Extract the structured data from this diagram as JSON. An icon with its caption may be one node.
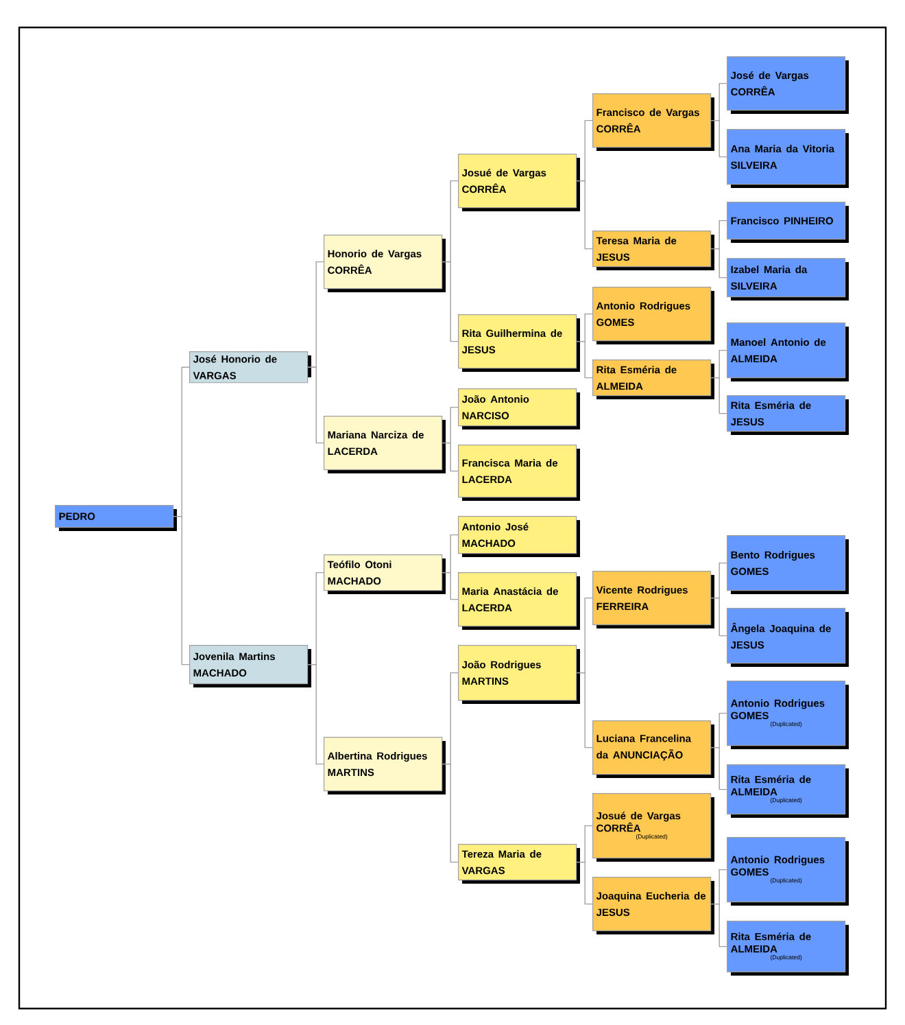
{
  "diagram": {
    "nodes": [
      {
        "text": [
          "PEDRO"
        ]
      },
      {
        "text": [
          "José Honorio de VARGAS"
        ]
      },
      {
        "text": [
          "Jovenila Martins MACHADO"
        ]
      },
      {
        "text": [
          "Honorio de Vargas CORRÊA"
        ]
      },
      {
        "text": [
          "Mariana Narciza de LACERDA"
        ]
      },
      {
        "text": [
          "Teófilo Otoni MACHADO"
        ]
      },
      {
        "text": [
          "Albertina Rodrigues MARTINS"
        ]
      },
      {
        "text": [
          "Josué de Vargas CORRÊA"
        ]
      },
      {
        "text": [
          "Rita Guilhermina de JESUS"
        ]
      },
      {
        "text": [
          "João Antonio NARCISO"
        ]
      },
      {
        "text": [
          "Francisca Maria de LACERDA"
        ]
      },
      {
        "text": [
          "Antonio José MACHADO"
        ]
      },
      {
        "text": [
          "Maria Anastácia de LACERDA"
        ]
      },
      {
        "text": [
          "João Rodrigues MARTINS"
        ]
      },
      {
        "text": [
          "Tereza Maria de VARGAS"
        ]
      },
      {
        "text": [
          "Francisco de Vargas CORRÊA"
        ]
      },
      {
        "text": [
          "Teresa Maria de JESUS"
        ]
      },
      {
        "text": [
          "Antonio Rodrigues GOMES"
        ]
      },
      {
        "text": [
          "Rita Esméria de ALMEIDA"
        ]
      },
      {
        "text": [
          "Vicente Rodrigues FERREIRA"
        ]
      },
      {
        "text": [
          "Luciana Francelina da ANUNCIAÇÃO"
        ]
      },
      {
        "text": [
          "Josué de Vargas CORRÊA",
          "(Duplicated)"
        ]
      },
      {
        "text": [
          "Joaquina Eucheria de JESUS"
        ]
      },
      {
        "text": [
          "José de Vargas CORRÊA"
        ]
      },
      {
        "text": [
          "Ana Maria da Vitoria SILVEIRA"
        ]
      },
      {
        "text": [
          "Francisco PINHEIRO"
        ]
      },
      {
        "text": [
          "Izabel Maria da SILVEIRA"
        ]
      },
      {
        "text": [
          "Manoel Antonio de ALMEIDA"
        ]
      },
      {
        "text": [
          "Rita Esméria de JESUS"
        ]
      },
      {
        "text": [
          "Bento Rodrigues GOMES"
        ]
      },
      {
        "text": [
          "Ângela Joaquina de JESUS"
        ]
      },
      {
        "text": [
          "Antonio Rodrigues GOMES",
          "(Duplicated)"
        ]
      },
      {
        "text": [
          "Rita Esméria de ALMEIDA",
          "(Duplicated)"
        ]
      },
      {
        "text": [
          "Antonio Rodrigues GOMES",
          "(Duplicated)"
        ]
      },
      {
        "text": [
          "Rita Esméria de ALMEIDA",
          "(Duplicated)"
        ]
      }
    ],
    "edges": [
      {
        "from": 0,
        "to": 1,
        "arrow": "none"
      },
      {
        "from": 0,
        "to": 2,
        "arrow": "none"
      },
      {
        "from": 1,
        "to": 3,
        "arrow": "none"
      },
      {
        "from": 1,
        "to": 4,
        "arrow": "none"
      },
      {
        "from": 2,
        "to": 5,
        "arrow": "none"
      },
      {
        "from": 2,
        "to": 6,
        "arrow": "none"
      },
      {
        "from": 3,
        "to": 7,
        "arrow": "none"
      },
      {
        "from": 3,
        "to": 8,
        "arrow": "none"
      },
      {
        "from": 4,
        "to": 9,
        "arrow": "none"
      },
      {
        "from": 4,
        "to": 10,
        "arrow": "none"
      },
      {
        "from": 5,
        "to": 11,
        "arrow": "none"
      },
      {
        "from": 5,
        "to": 12,
        "arrow": "none"
      },
      {
        "from": 6,
        "to": 13,
        "arrow": "none"
      },
      {
        "from": 6,
        "to": 14,
        "arrow": "none"
      },
      {
        "from": 7,
        "to": 15,
        "arrow": "none"
      },
      {
        "from": 7,
        "to": 16,
        "arrow": "none"
      },
      {
        "from": 8,
        "to": 17,
        "arrow": "none"
      },
      {
        "from": 8,
        "to": 18,
        "arrow": "none"
      },
      {
        "from": 13,
        "to": 19,
        "arrow": "none"
      },
      {
        "from": 13,
        "to": 20,
        "arrow": "none"
      },
      {
        "from": 14,
        "to": 21,
        "arrow": "none"
      },
      {
        "from": 14,
        "to": 22,
        "arrow": "none"
      },
      {
        "from": 15,
        "to": 23,
        "arrow": "none"
      },
      {
        "from": 15,
        "to": 24,
        "arrow": "none"
      },
      {
        "from": 16,
        "to": 25,
        "arrow": "none"
      },
      {
        "from": 16,
        "to": 26,
        "arrow": "none"
      },
      {
        "from": 18,
        "to": 27,
        "arrow": "none"
      },
      {
        "from": 18,
        "to": 28,
        "arrow": "none"
      },
      {
        "from": 19,
        "to": 29,
        "arrow": "none"
      },
      {
        "from": 19,
        "to": 30,
        "arrow": "none"
      },
      {
        "from": 20,
        "to": 31,
        "arrow": "none"
      },
      {
        "from": 20,
        "to": 32,
        "arrow": "none"
      },
      {
        "from": 22,
        "to": 33,
        "arrow": "none"
      },
      {
        "from": 22,
        "to": 34,
        "arrow": "none"
      }
    ]
  }
}
